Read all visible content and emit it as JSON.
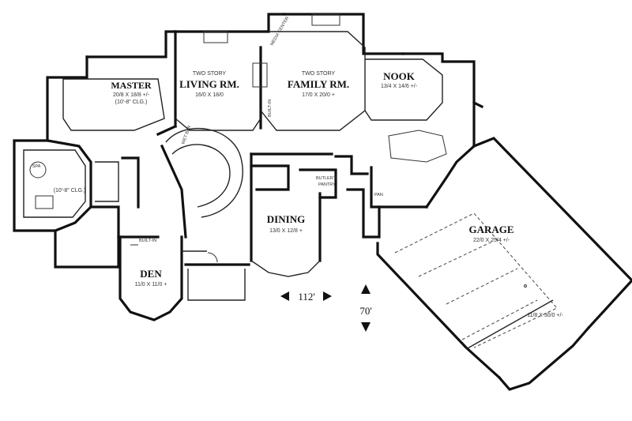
{
  "rooms": {
    "master": {
      "subtitle": "",
      "name": "MASTER",
      "size": "20/8 X 18/8 +/-",
      "note": "(10'-8\" CLG.)"
    },
    "living": {
      "subtitle": "TWO STORY",
      "name": "LIVING RM.",
      "size": "16/0 X 18/0"
    },
    "family": {
      "subtitle": "TWO STORY",
      "name": "FAMILY RM.",
      "size": "17/0 X 20/0 +"
    },
    "nook": {
      "name": "NOOK",
      "size": "13/4 X 14/6 +/-"
    },
    "dining": {
      "name": "DINING",
      "size": "13/0 X 12/8 +"
    },
    "den": {
      "name": "DEN",
      "size": "11/0 X 11/0 +"
    },
    "garage": {
      "name": "GARAGE",
      "size": "22/0 X 25/4 +/-",
      "size2": "11/8 X 30/0 +/-"
    },
    "bath": {
      "spa": "SPA",
      "note": "(10'-8\" CLG.)"
    }
  },
  "labels": {
    "butlers": "BUTLER'S",
    "pantry": "PANTRY",
    "pan": "PAN",
    "built_in": "BUILT-IN",
    "wet_bar": "WET BAR",
    "media": "MEDIA CENTER",
    "built_in2": "BUILT-IN"
  },
  "dimensions": {
    "width": "112'",
    "depth": "70'"
  }
}
